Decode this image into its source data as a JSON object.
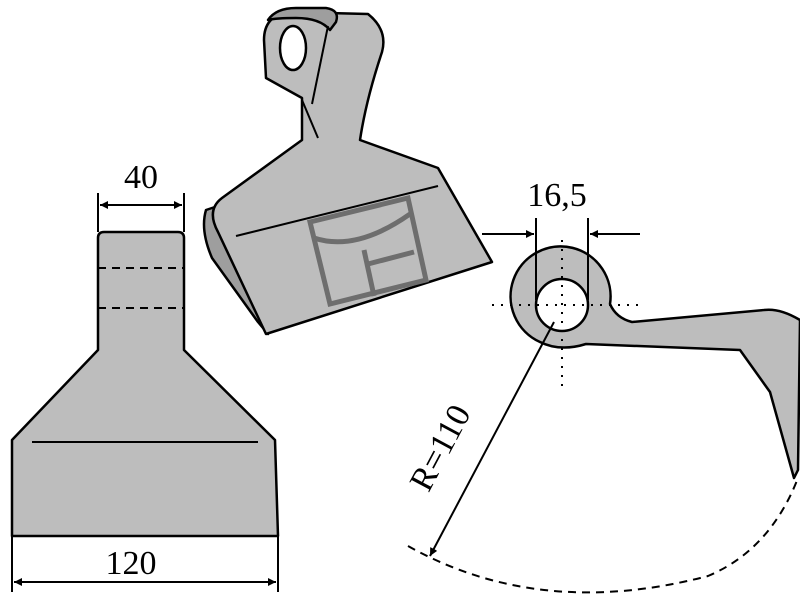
{
  "dimensions": {
    "shank_width": "40",
    "blade_width": "120",
    "hole_diameter": "16,5",
    "swing_radius": "R=110"
  },
  "icons": {
    "logo": "brand-logo-icon"
  }
}
